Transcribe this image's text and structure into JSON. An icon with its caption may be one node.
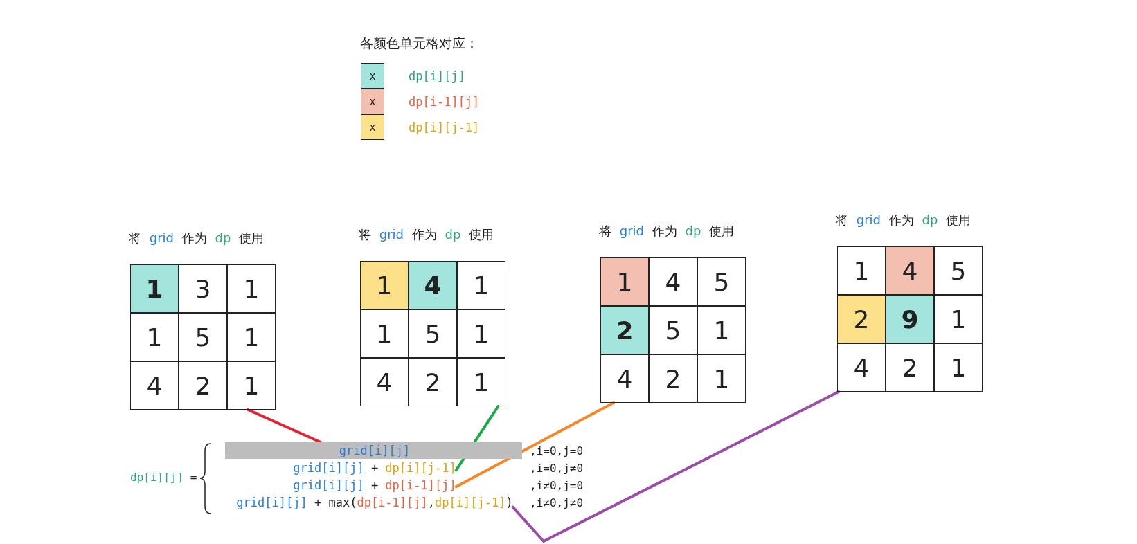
{
  "diagram": {
    "nodes": [
      {
        "text": [
          "将 grid 作为 dp 使用"
        ]
      },
      {
        "text": [
          "1"
        ],
        "in": 0
      },
      {
        "text": [
          "3"
        ],
        "in": 0
      },
      {
        "text": [
          "1"
        ],
        "in": 0
      },
      {
        "text": [
          "1"
        ],
        "in": 0
      },
      {
        "text": [
          "5"
        ],
        "in": 0
      },
      {
        "text": [
          "1"
        ],
        "in": 0
      },
      {
        "text": [
          "4"
        ],
        "in": 0
      },
      {
        "text": [
          "2"
        ],
        "in": 0
      },
      {
        "text": [
          "1"
        ],
        "in": 0
      },
      {
        "text": [
          "将 grid 作为 dp 使用"
        ]
      },
      {
        "text": [
          "1"
        ],
        "in": 10
      },
      {
        "text": [
          "4"
        ],
        "in": 10
      },
      {
        "text": [
          "1"
        ],
        "in": 10
      },
      {
        "text": [
          "1"
        ],
        "in": 10
      },
      {
        "text": [
          "5"
        ],
        "in": 10
      },
      {
        "text": [
          "1"
        ],
        "in": 10
      },
      {
        "text": [
          "4"
        ],
        "in": 10
      },
      {
        "text": [
          "2"
        ],
        "in": 10
      },
      {
        "text": [
          "1"
        ],
        "in": 10
      },
      {
        "text": [
          "将 grid 作为 dp 使用"
        ]
      },
      {
        "text": [
          "1"
        ],
        "in": 20
      },
      {
        "text": [
          "4"
        ],
        "in": 20
      },
      {
        "text": [
          "5"
        ],
        "in": 20
      },
      {
        "text": [
          "2"
        ],
        "in": 20
      },
      {
        "text": [
          "5"
        ],
        "in": 20
      },
      {
        "text": [
          "1"
        ],
        "in": 20
      },
      {
        "text": [
          "4"
        ],
        "in": 20
      },
      {
        "text": [
          "2"
        ],
        "in": 20
      },
      {
        "text": [
          "1"
        ],
        "in": 20
      },
      {
        "text": [
          "将 grid 作为 dp 使用"
        ]
      },
      {
        "text": [
          "1"
        ],
        "in": 30
      },
      {
        "text": [
          "4"
        ],
        "in": 30
      },
      {
        "text": [
          "5"
        ],
        "in": 30
      },
      {
        "text": [
          "2"
        ],
        "in": 30
      },
      {
        "text": [
          "9"
        ],
        "in": 30
      },
      {
        "text": [
          "1"
        ],
        "in": 30
      },
      {
        "text": [
          "4"
        ],
        "in": 30
      },
      {
        "text": [
          "2"
        ],
        "in": 30
      },
      {
        "text": [
          "1"
        ],
        "in": 30
      },
      {
        "text": [
          "grid[i][j]"
        ]
      },
      {
        "text": [
          "grid[i][j] + dp[i][j-1]"
        ]
      },
      {
        "text": [
          "grid[i][j] + dp[i-1][j]"
        ]
      },
      {
        "text": [
          "grid[i][j] + max(dp[i-1][j],dp[i][j-1])"
        ]
      }
    ],
    "edges": [
      {
        "from": 0,
        "to": 40,
        "arrow": "none",
        "color": "#e3242f"
      },
      {
        "from": 10,
        "to": 41,
        "arrow": "none",
        "color": "#1aa84a"
      },
      {
        "from": 20,
        "to": 42,
        "arrow": "none",
        "color": "#f5862a"
      },
      {
        "from": 30,
        "to": 43,
        "arrow": "none",
        "color": "#9a4ca6"
      }
    ],
    "labels": [
      "各颜色单元格对应：",
      "x",
      "x",
      "x",
      "dp[i][j] =",
      ",i=0,j=0",
      ",i=0,j≠0",
      ",i≠0,j=0",
      ",i≠0,j≠0"
    ],
    "legend": [
      {
        "text": "dp[i][j]",
        "color": "#a3e4dc"
      },
      {
        "text": "dp[i-1][j]",
        "color": "#f3bfb1"
      },
      {
        "text": "dp[i][j-1]",
        "color": "#fde08a"
      }
    ]
  }
}
